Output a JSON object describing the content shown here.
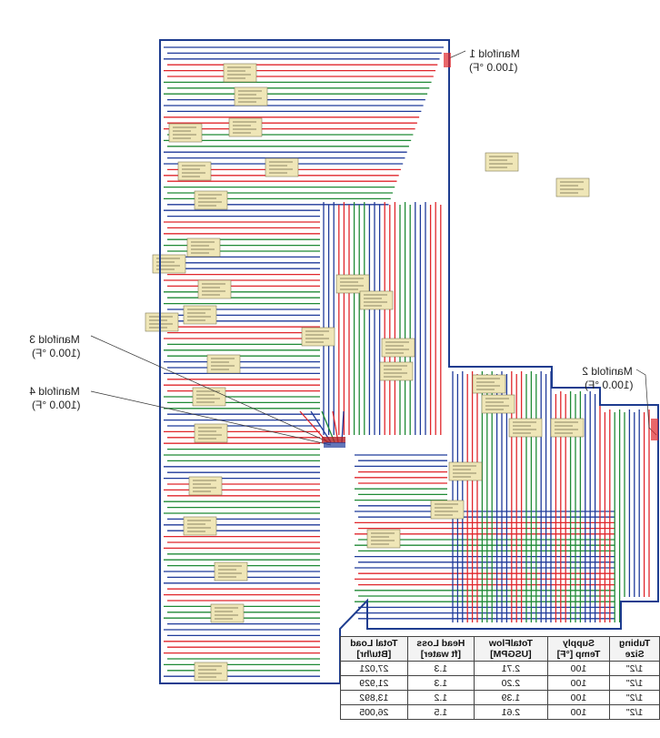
{
  "manifolds": [
    {
      "name": "Manifold 1",
      "temp": "(100.0 °F)"
    },
    {
      "name": "Manifold 2",
      "temp": "(100.0 °F)"
    },
    {
      "name": "Manifold 3",
      "temp": "(100.0 °F)"
    },
    {
      "name": "Manifold 4",
      "temp": "(100.0 °F)"
    }
  ],
  "loop_colors": {
    "blue": "#1f3a9a",
    "red": "#e0262b",
    "green": "#1f8a35",
    "outline": "#1d3c8f"
  },
  "tag_color": "#efe6b7",
  "schedule": {
    "headers": [
      "Tubing Size",
      "Supply Temp [°F]",
      "TotalFlow [USGPM]",
      "Head Loss [ft water]",
      "Total Load [Btu/hr]"
    ],
    "rows": [
      [
        "1/2\"",
        "100",
        "2.71",
        "1.3",
        "27,021"
      ],
      [
        "1/2\"",
        "100",
        "2.20",
        "1.3",
        "21,929"
      ],
      [
        "1/2\"",
        "100",
        "1.39",
        "1.2",
        "13,892"
      ],
      [
        "1/2\"",
        "100",
        "2.61",
        "1.5",
        "26,005"
      ]
    ]
  }
}
